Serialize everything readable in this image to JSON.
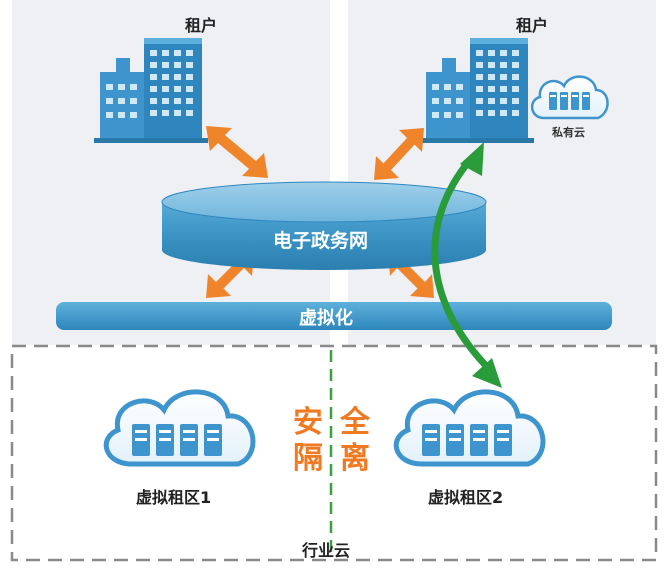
{
  "tenants": {
    "left_label": "租户",
    "right_label": "租户"
  },
  "private_cloud": {
    "label": "私有云"
  },
  "network": {
    "label": "电子政务网"
  },
  "virtualization": {
    "label": "虚拟化"
  },
  "industry_cloud": {
    "label": "行业云",
    "zone1_label": "虚拟租区1",
    "zone2_label": "虚拟租区2"
  },
  "isolation": {
    "chars": [
      "安",
      "全",
      "隔",
      "离"
    ]
  },
  "colors": {
    "panel": "#eef0f4",
    "building": "#3e95cd",
    "network": "#3a93c4",
    "bar": "#3a97cc",
    "arrow_orange": "#f0842a",
    "arrow_green": "#2a9b3a",
    "dash_gray": "#8a8a8a",
    "dash_green": "#3aa040",
    "isolation_text": "#f07a22",
    "cloud_stroke": "#3e95cd"
  }
}
